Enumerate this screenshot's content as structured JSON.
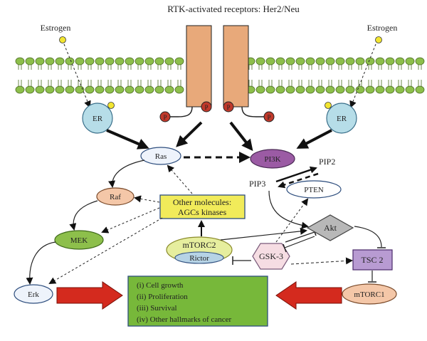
{
  "title": "RTK-activated receptors: Her2/Neu",
  "estrogen_left": "Estrogen",
  "estrogen_right": "Estrogen",
  "phospho": "P",
  "nodes": {
    "er_left": "ER",
    "er_right": "ER",
    "ras": "Ras",
    "pi3k": "PI3K",
    "pip2": "PIP2",
    "pip3": "PIP3",
    "pten": "PTEN",
    "raf": "Raf",
    "mek": "MEK",
    "erk": "Erk",
    "other_line1": "Other molecules:",
    "other_line2": "AGCs kinases",
    "mtorc2": "mTORC2",
    "rictor": "Rictor",
    "gsk3": "GSK-3",
    "akt": "Akt",
    "tsc2": "TSC 2",
    "mtorc1": "mTORC1"
  },
  "outcomes": [
    "(i)  Cell growth",
    "(ii)  Proliferation",
    "(iii)  Survival",
    "(iv)  Other hallmarks of cancer"
  ],
  "colors": {
    "membrane": "#8dbf4b",
    "receptor": "#e8a97a",
    "er": "#b6dde8",
    "pi3k": "#9b5ba4",
    "raf": "#f4c7a8",
    "mek": "#8dbf4b",
    "other_box": "#f1eb5a",
    "mtorc2": "#e6ee9e",
    "rictor": "#b6d3e5",
    "gsk3": "#f6dde3",
    "akt": "#b8b8b8",
    "tsc2": "#b89bd2",
    "mtorc1": "#f4c7a8",
    "outcome_box": "#77b83a",
    "big_arrow": "#d42a1e",
    "phospho": "#c0392b",
    "estrogen": "#f2e531"
  }
}
